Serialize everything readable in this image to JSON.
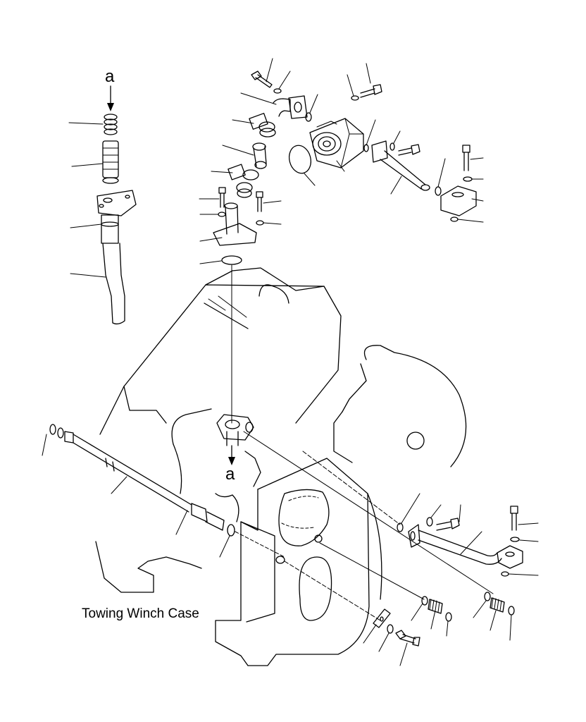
{
  "labels": {
    "ref_top": "a",
    "ref_bottom": "a",
    "case_caption": "Towing Winch Case"
  },
  "colors": {
    "line": "#000000",
    "background": "#ffffff"
  }
}
